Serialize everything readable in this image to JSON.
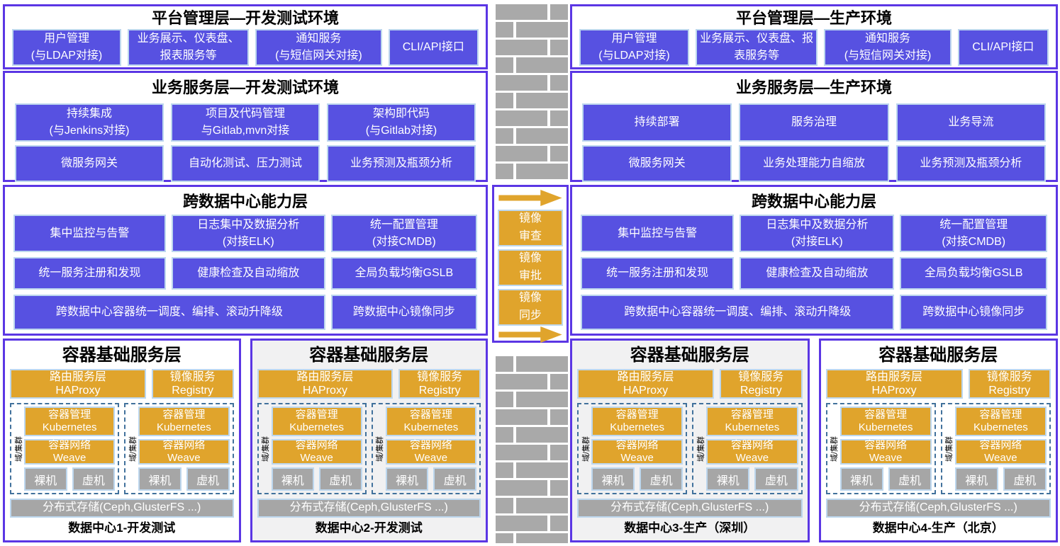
{
  "colors": {
    "purple_box": "#5751E1",
    "panel_border": "#5B36E4",
    "gold_box": "#E0A42C",
    "gray_box": "#A6A6A6",
    "light_blue_border": "#BDD7EE",
    "dashed_cluster_border": "#41719C",
    "brick_gray": "#A9A9A9",
    "shaded_panel_bg": "#F1F1F2"
  },
  "left_platform": {
    "title": "平台管理层—开发测试环境",
    "boxes": [
      {
        "l1": "用户管理",
        "l2": "(与LDAP对接)"
      },
      {
        "l1": "业务展示、仪表盘、报表服务等"
      },
      {
        "l1": "通知服务",
        "l2": "(与短信网关对接)"
      },
      {
        "l1": "CLI/API接口"
      }
    ]
  },
  "right_platform": {
    "title": "平台管理层—生产环境",
    "boxes": [
      {
        "l1": "用户管理",
        "l2": "(与LDAP对接)"
      },
      {
        "l1": "业务展示、仪表盘、报表服务等"
      },
      {
        "l1": "通知服务",
        "l2": "(与短信网关对接)"
      },
      {
        "l1": "CLI/API接口"
      }
    ]
  },
  "left_business": {
    "title": "业务服务层—开发测试环境",
    "row1": [
      {
        "l1": "持续集成",
        "l2": "(与Jenkins对接)"
      },
      {
        "l1": "项目及代码管理",
        "l2": "与Gitlab,mvn对接"
      },
      {
        "l1": "架构即代码",
        "l2": "(与Gitlab对接)"
      }
    ],
    "row2": [
      {
        "l1": "微服务网关"
      },
      {
        "l1": "自动化测试、压力测试"
      },
      {
        "l1": "业务预测及瓶颈分析"
      }
    ]
  },
  "right_business": {
    "title": "业务服务层—生产环境",
    "row1": [
      {
        "l1": "持续部署"
      },
      {
        "l1": "服务治理"
      },
      {
        "l1": "业务导流"
      }
    ],
    "row2": [
      {
        "l1": "微服务网关"
      },
      {
        "l1": "业务处理能力自缩放"
      },
      {
        "l1": "业务预测及瓶颈分析"
      }
    ]
  },
  "left_xdc": {
    "title": "跨数据中心能力层",
    "row1": [
      {
        "l1": "集中监控与告警"
      },
      {
        "l1": "日志集中及数据分析",
        "l2": "(对接ELK)"
      },
      {
        "l1": "统一配置管理",
        "l2": "(对接CMDB)"
      }
    ],
    "row2": [
      {
        "l1": "统一服务注册和发现"
      },
      {
        "l1": "健康检查及自动缩放"
      },
      {
        "l1": "全局负载均衡GSLB"
      }
    ],
    "row3": [
      {
        "l1": "跨数据中心容器统一调度、编排、滚动升降级"
      },
      {
        "l1": "跨数据中心镜像同步"
      }
    ]
  },
  "right_xdc": {
    "title": "跨数据中心能力层",
    "row1": [
      {
        "l1": "集中监控与告警"
      },
      {
        "l1": "日志集中及数据分析",
        "l2": "(对接ELK)"
      },
      {
        "l1": "统一配置管理",
        "l2": "(对接CMDB)"
      }
    ],
    "row2": [
      {
        "l1": "统一服务注册和发现"
      },
      {
        "l1": "健康检查及自动缩放"
      },
      {
        "l1": "全局负载均衡GSLB"
      }
    ],
    "row3": [
      {
        "l1": "跨数据中心容器统一调度、编排、滚动升降级"
      },
      {
        "l1": "跨数据中心镜像同步"
      }
    ]
  },
  "middle": {
    "boxes": [
      {
        "l1": "镜像",
        "l2": "审查"
      },
      {
        "l1": "镜像",
        "l2": "审批"
      },
      {
        "l1": "镜像",
        "l2": "同步"
      }
    ]
  },
  "dc_shared": {
    "title": "容器基础服务层",
    "routing_l1": "路由服务层",
    "routing_l2": "HAProxy",
    "registry_l1": "镜像服务",
    "registry_l2": "Registry",
    "cluster_label": "域/集群",
    "mgmt_l1": "容器管理",
    "mgmt_l2": "Kubernetes",
    "net_l1": "容器网络",
    "net_l2": "Weave",
    "bare_metal": "裸机",
    "virtual_machine": "虚机",
    "storage": "分布式存储(Ceph,GlusterFS ...)"
  },
  "dc_panels": [
    {
      "footer": "数据中心1-开发测试",
      "shaded": false
    },
    {
      "footer": "数据中心2-开发测试",
      "shaded": true
    },
    {
      "footer": "数据中心3-生产（深圳）",
      "shaded": true
    },
    {
      "footer": "数据中心4-生产（北京）",
      "shaded": false
    }
  ]
}
